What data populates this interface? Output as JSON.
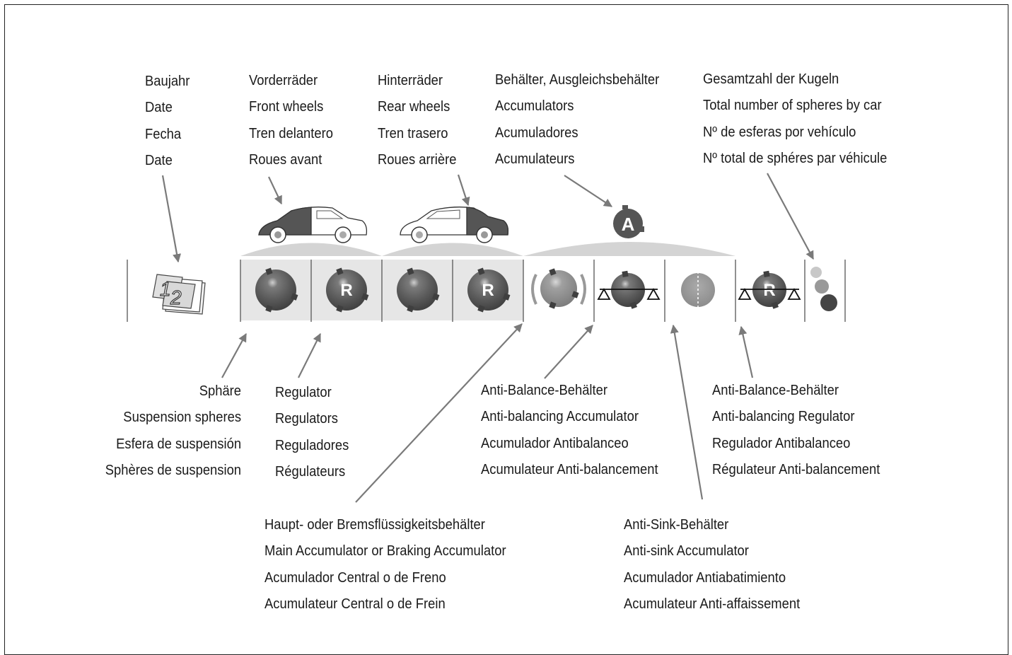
{
  "labels": {
    "date": [
      "Baujahr",
      "Date",
      "Fecha",
      "Date"
    ],
    "front": [
      "Vorderräder",
      "Front wheels",
      "Tren delantero",
      "Roues avant"
    ],
    "rear": [
      "Hinterräder",
      "Rear wheels",
      "Tren trasero",
      "Roues arrière"
    ],
    "accum": [
      "Behälter, Ausgleichsbehälter",
      "Accumulators",
      "Acumuladores",
      "Acumulateurs"
    ],
    "total": [
      "Gesamtzahl der Kugeln",
      "Total number of spheres by car",
      "Nº de esferas por vehículo",
      "Nº total de sphéres par véhicule"
    ],
    "sphere": [
      "Sphäre",
      "Suspension spheres",
      "Esfera de suspensión",
      "Sphères de suspension"
    ],
    "regulator": [
      "Regulator",
      "Regulators",
      "Reguladores",
      "Régulateurs"
    ],
    "antibal_acc": [
      "Anti-Balance-Behälter",
      "Anti-balancing Accumulator",
      "Acumulador Antibalanceo",
      "Acumulateur Anti-balancement"
    ],
    "antibal_reg": [
      "Anti-Balance-Behälter",
      "Anti-balancing Regulator",
      "Regulador Antibalanceo",
      "Régulateur Anti-balancement"
    ],
    "main_acc": [
      "Haupt- oder Bremsflüssigkeitsbehälter",
      "Main Accumulator or Braking Accumulator",
      "Acumulador Central o de Freno",
      "Acumulateur Central o de Frein"
    ],
    "antisink": [
      "Anti-Sink-Behälter",
      "Anti-sink Accumulator",
      "Acumulador Antiabatimiento",
      "Acumulateur Anti-affaissement"
    ]
  },
  "symbols": {
    "regulator_letter": "R",
    "accumulator_letter": "A",
    "date_glyph_1": "1",
    "date_glyph_2": "2"
  },
  "colors": {
    "line": "#222222",
    "arrow": "#7a7a7a",
    "cell_fill": "#e6e6e6",
    "dome": "#d4d4d4",
    "sphere_dark": "#555555",
    "sphere_mid": "#8a8a8a"
  },
  "icons": [
    "date-pages-icon",
    "front-car-icon",
    "rear-car-icon",
    "accumulator-a-icon",
    "sphere-icon",
    "regulator-sphere-icon",
    "balance-scale-icon"
  ]
}
